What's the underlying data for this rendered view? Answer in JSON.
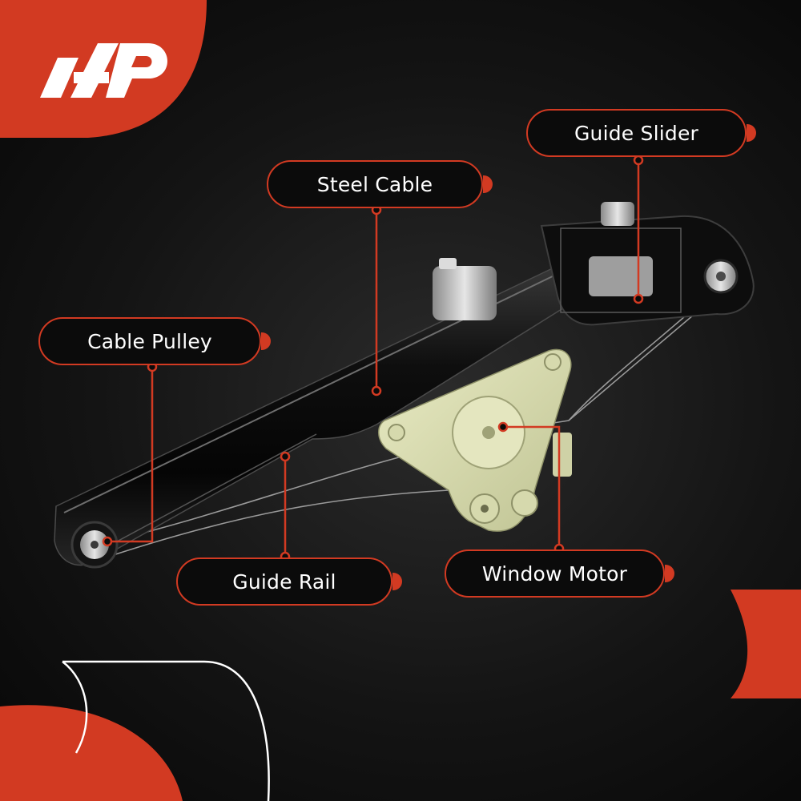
{
  "brand": {
    "logo_text": "A P",
    "accent_color": "#d23a22",
    "background_color": "#111111"
  },
  "callouts": {
    "guide_slider": "Guide Slider",
    "steel_cable": "Steel Cable",
    "cable_pulley": "Cable Pulley",
    "guide_rail": "Guide Rail",
    "window_motor": "Window Motor"
  }
}
